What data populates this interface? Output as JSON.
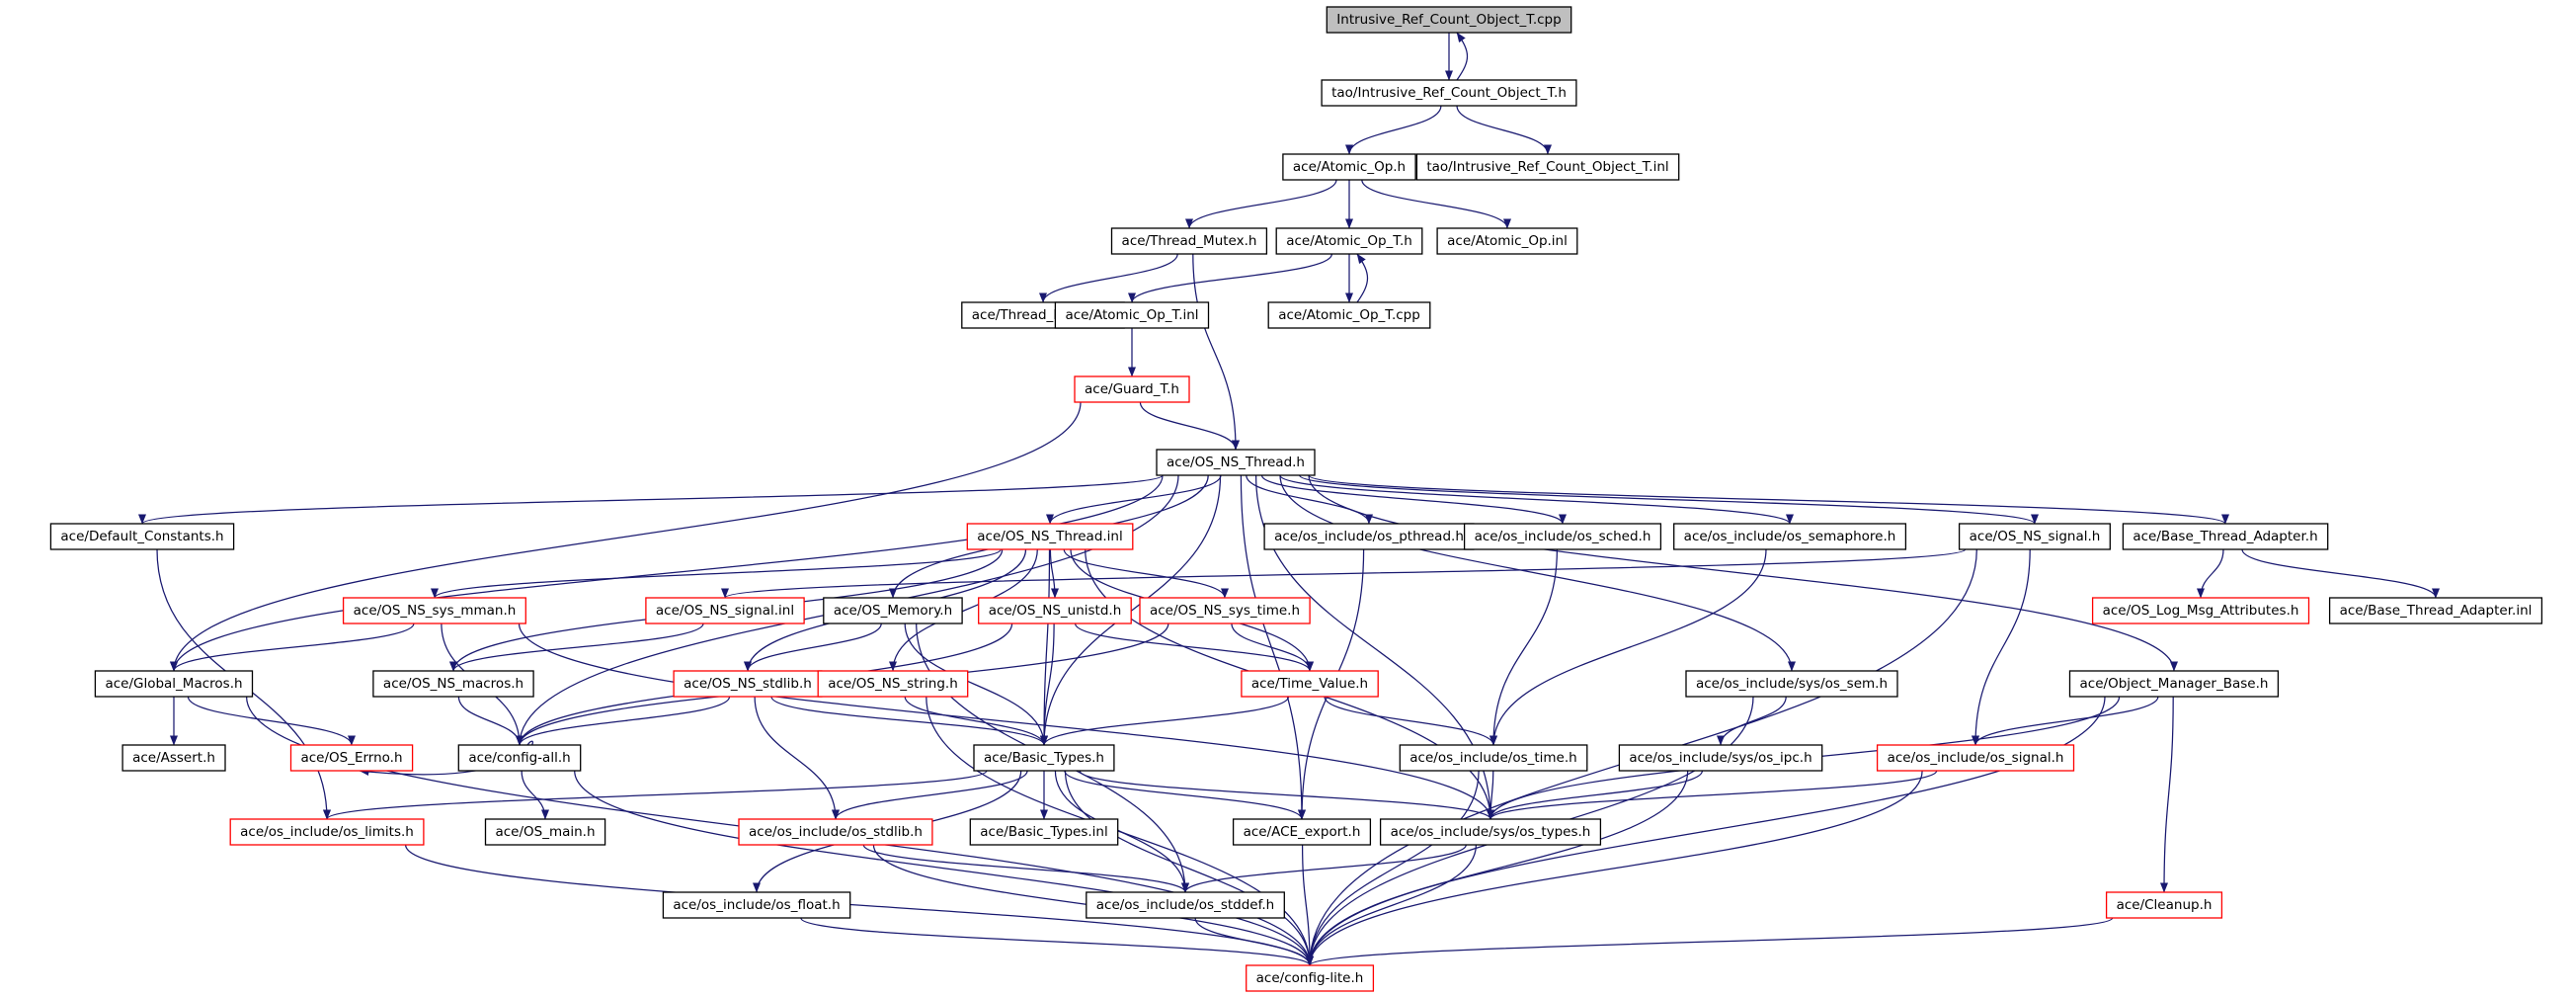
{
  "colors": {
    "edge": "#191970",
    "border_default": "#000000",
    "border_truncated": "#ff0000",
    "root_fill": "#bfbfbf",
    "node_fill": "#ffffff"
  },
  "nodes": [
    {
      "id": "root",
      "label": "Intrusive_Ref_Count_Object_T.cpp",
      "style": "root"
    },
    {
      "id": "tao_h",
      "label": "tao/Intrusive_Ref_Count_Object_T.h",
      "style": "normal"
    },
    {
      "id": "atomic_op_h",
      "label": "ace/Atomic_Op.h",
      "style": "normal"
    },
    {
      "id": "tao_inl",
      "label": "tao/Intrusive_Ref_Count_Object_T.inl",
      "style": "normal"
    },
    {
      "id": "thread_mutex_h",
      "label": "ace/Thread_Mutex.h",
      "style": "normal"
    },
    {
      "id": "atomic_op_t_h",
      "label": "ace/Atomic_Op_T.h",
      "style": "normal"
    },
    {
      "id": "atomic_op_inl",
      "label": "ace/Atomic_Op.inl",
      "style": "normal"
    },
    {
      "id": "thread_mutex_inl",
      "label": "ace/Thread_Mutex.inl",
      "style": "normal"
    },
    {
      "id": "atomic_op_t_inl",
      "label": "ace/Atomic_Op_T.inl",
      "style": "normal"
    },
    {
      "id": "atomic_op_t_cpp",
      "label": "ace/Atomic_Op_T.cpp",
      "style": "normal"
    },
    {
      "id": "guard_t_h",
      "label": "ace/Guard_T.h",
      "style": "truncated"
    },
    {
      "id": "os_ns_thread_h",
      "label": "ace/OS_NS_Thread.h",
      "style": "normal"
    },
    {
      "id": "default_constants_h",
      "label": "ace/Default_Constants.h",
      "style": "normal"
    },
    {
      "id": "os_ns_thread_inl",
      "label": "ace/OS_NS_Thread.inl",
      "style": "truncated"
    },
    {
      "id": "os_pthread_h",
      "label": "ace/os_include/os_pthread.h",
      "style": "normal"
    },
    {
      "id": "os_sched_h",
      "label": "ace/os_include/os_sched.h",
      "style": "normal"
    },
    {
      "id": "os_semaphore_h",
      "label": "ace/os_include/os_semaphore.h",
      "style": "normal"
    },
    {
      "id": "os_ns_signal_h",
      "label": "ace/OS_NS_signal.h",
      "style": "normal"
    },
    {
      "id": "base_thread_adapter_h",
      "label": "ace/Base_Thread_Adapter.h",
      "style": "normal"
    },
    {
      "id": "os_ns_sys_mman_h",
      "label": "ace/OS_NS_sys_mman.h",
      "style": "truncated"
    },
    {
      "id": "os_ns_signal_inl",
      "label": "ace/OS_NS_signal.inl",
      "style": "truncated"
    },
    {
      "id": "os_memory_h",
      "label": "ace/OS_Memory.h",
      "style": "normal"
    },
    {
      "id": "os_ns_unistd_h",
      "label": "ace/OS_NS_unistd.h",
      "style": "truncated"
    },
    {
      "id": "os_ns_sys_time_h",
      "label": "ace/OS_NS_sys_time.h",
      "style": "truncated"
    },
    {
      "id": "os_log_msg_attributes_h",
      "label": "ace/OS_Log_Msg_Attributes.h",
      "style": "truncated"
    },
    {
      "id": "base_thread_adapter_inl",
      "label": "ace/Base_Thread_Adapter.inl",
      "style": "normal"
    },
    {
      "id": "global_macros_h",
      "label": "ace/Global_Macros.h",
      "style": "normal"
    },
    {
      "id": "os_ns_macros_h",
      "label": "ace/OS_NS_macros.h",
      "style": "normal"
    },
    {
      "id": "os_ns_stdlib_h",
      "label": "ace/OS_NS_stdlib.h",
      "style": "truncated"
    },
    {
      "id": "os_ns_string_h",
      "label": "ace/OS_NS_string.h",
      "style": "truncated"
    },
    {
      "id": "time_value_h",
      "label": "ace/Time_Value.h",
      "style": "truncated"
    },
    {
      "id": "sys_os_sem_h",
      "label": "ace/os_include/sys/os_sem.h",
      "style": "normal"
    },
    {
      "id": "object_manager_base_h",
      "label": "ace/Object_Manager_Base.h",
      "style": "normal"
    },
    {
      "id": "assert_h",
      "label": "ace/Assert.h",
      "style": "normal"
    },
    {
      "id": "os_errno_h",
      "label": "ace/OS_Errno.h",
      "style": "truncated"
    },
    {
      "id": "config_all_h",
      "label": "ace/config-all.h",
      "style": "normal"
    },
    {
      "id": "basic_types_h",
      "label": "ace/Basic_Types.h",
      "style": "normal"
    },
    {
      "id": "os_time_h",
      "label": "ace/os_include/os_time.h",
      "style": "normal"
    },
    {
      "id": "sys_os_ipc_h",
      "label": "ace/os_include/sys/os_ipc.h",
      "style": "normal"
    },
    {
      "id": "os_signal_h",
      "label": "ace/os_include/os_signal.h",
      "style": "truncated"
    },
    {
      "id": "os_limits_h",
      "label": "ace/os_include/os_limits.h",
      "style": "truncated"
    },
    {
      "id": "os_main_h",
      "label": "ace/OS_main.h",
      "style": "normal"
    },
    {
      "id": "os_stdlib_h",
      "label": "ace/os_include/os_stdlib.h",
      "style": "truncated"
    },
    {
      "id": "basic_types_inl",
      "label": "ace/Basic_Types.inl",
      "style": "normal"
    },
    {
      "id": "ace_export_h",
      "label": "ace/ACE_export.h",
      "style": "normal"
    },
    {
      "id": "sys_os_types_h",
      "label": "ace/os_include/sys/os_types.h",
      "style": "normal"
    },
    {
      "id": "os_float_h",
      "label": "ace/os_include/os_float.h",
      "style": "normal"
    },
    {
      "id": "os_stddef_h",
      "label": "ace/os_include/os_stddef.h",
      "style": "normal"
    },
    {
      "id": "cleanup_h",
      "label": "ace/Cleanup.h",
      "style": "truncated"
    },
    {
      "id": "config_lite_h",
      "label": "ace/config-lite.h",
      "style": "truncated"
    }
  ],
  "edges": [
    [
      "root",
      "tao_h"
    ],
    [
      "tao_h",
      "root"
    ],
    [
      "tao_h",
      "atomic_op_h"
    ],
    [
      "tao_h",
      "tao_inl"
    ],
    [
      "atomic_op_h",
      "thread_mutex_h"
    ],
    [
      "atomic_op_h",
      "atomic_op_t_h"
    ],
    [
      "atomic_op_h",
      "atomic_op_inl"
    ],
    [
      "thread_mutex_h",
      "thread_mutex_inl"
    ],
    [
      "thread_mutex_h",
      "os_ns_thread_h"
    ],
    [
      "atomic_op_t_h",
      "atomic_op_t_inl"
    ],
    [
      "atomic_op_t_h",
      "atomic_op_t_cpp"
    ],
    [
      "atomic_op_t_cpp",
      "atomic_op_t_h"
    ],
    [
      "atomic_op_t_inl",
      "guard_t_h"
    ],
    [
      "guard_t_h",
      "os_ns_thread_h"
    ],
    [
      "guard_t_h",
      "global_macros_h"
    ],
    [
      "os_ns_thread_h",
      "default_constants_h"
    ],
    [
      "os_ns_thread_h",
      "global_macros_h"
    ],
    [
      "os_ns_thread_h",
      "config_all_h"
    ],
    [
      "os_ns_thread_h",
      "os_ns_thread_inl"
    ],
    [
      "os_ns_thread_h",
      "os_memory_h"
    ],
    [
      "os_ns_thread_h",
      "basic_types_h"
    ],
    [
      "os_ns_thread_h",
      "ace_export_h"
    ],
    [
      "os_ns_thread_h",
      "sys_os_types_h"
    ],
    [
      "os_ns_thread_h",
      "os_pthread_h"
    ],
    [
      "os_ns_thread_h",
      "os_sched_h"
    ],
    [
      "os_ns_thread_h",
      "os_semaphore_h"
    ],
    [
      "os_ns_thread_h",
      "sys_os_sem_h"
    ],
    [
      "os_ns_thread_h",
      "os_ns_signal_h"
    ],
    [
      "os_ns_thread_h",
      "base_thread_adapter_h"
    ],
    [
      "os_ns_thread_h",
      "object_manager_base_h"
    ],
    [
      "default_constants_h",
      "os_limits_h"
    ],
    [
      "os_ns_thread_inl",
      "os_ns_sys_mman_h"
    ],
    [
      "os_ns_thread_inl",
      "os_ns_macros_h"
    ],
    [
      "os_ns_thread_inl",
      "os_ns_stdlib_h"
    ],
    [
      "os_ns_thread_inl",
      "os_ns_string_h"
    ],
    [
      "os_ns_thread_inl",
      "os_ns_unistd_h"
    ],
    [
      "os_ns_thread_inl",
      "os_ns_sys_time_h"
    ],
    [
      "os_ns_thread_inl",
      "time_value_h"
    ],
    [
      "os_ns_thread_inl",
      "basic_types_h"
    ],
    [
      "os_ns_thread_inl",
      "sys_os_types_h"
    ],
    [
      "os_pthread_h",
      "ace_export_h"
    ],
    [
      "os_sched_h",
      "os_time_h"
    ],
    [
      "os_semaphore_h",
      "os_time_h"
    ],
    [
      "os_ns_signal_h",
      "os_ns_signal_inl"
    ],
    [
      "os_ns_signal_h",
      "os_signal_h"
    ],
    [
      "os_ns_signal_h",
      "config_lite_h"
    ],
    [
      "base_thread_adapter_h",
      "os_log_msg_attributes_h"
    ],
    [
      "base_thread_adapter_h",
      "base_thread_adapter_inl"
    ],
    [
      "os_ns_sys_mman_h",
      "global_macros_h"
    ],
    [
      "os_ns_sys_mman_h",
      "config_all_h"
    ],
    [
      "os_ns_sys_mman_h",
      "sys_os_types_h"
    ],
    [
      "os_ns_signal_inl",
      "os_ns_macros_h"
    ],
    [
      "os_memory_h",
      "os_ns_stdlib_h"
    ],
    [
      "os_memory_h",
      "basic_types_h"
    ],
    [
      "os_memory_h",
      "os_stddef_h"
    ],
    [
      "os_ns_unistd_h",
      "config_all_h"
    ],
    [
      "os_ns_unistd_h",
      "basic_types_h"
    ],
    [
      "os_ns_unistd_h",
      "time_value_h"
    ],
    [
      "os_ns_sys_time_h",
      "time_value_h"
    ],
    [
      "os_ns_sys_time_h",
      "config_all_h"
    ],
    [
      "global_macros_h",
      "assert_h"
    ],
    [
      "global_macros_h",
      "os_errno_h"
    ],
    [
      "global_macros_h",
      "config_lite_h"
    ],
    [
      "os_ns_macros_h",
      "config_all_h"
    ],
    [
      "os_ns_stdlib_h",
      "config_all_h"
    ],
    [
      "os_ns_stdlib_h",
      "basic_types_h"
    ],
    [
      "os_ns_stdlib_h",
      "os_stdlib_h"
    ],
    [
      "os_ns_string_h",
      "basic_types_h"
    ],
    [
      "os_ns_string_h",
      "config_lite_h"
    ],
    [
      "time_value_h",
      "basic_types_h"
    ],
    [
      "time_value_h",
      "os_time_h"
    ],
    [
      "sys_os_sem_h",
      "sys_os_ipc_h"
    ],
    [
      "sys_os_sem_h",
      "config_lite_h"
    ],
    [
      "object_manager_base_h",
      "os_signal_h"
    ],
    [
      "object_manager_base_h",
      "sys_os_types_h"
    ],
    [
      "object_manager_base_h",
      "cleanup_h"
    ],
    [
      "object_manager_base_h",
      "config_lite_h"
    ],
    [
      "config_all_h",
      "os_main_h"
    ],
    [
      "config_all_h",
      "os_errno_h"
    ],
    [
      "config_all_h",
      "config_lite_h"
    ],
    [
      "basic_types_h",
      "os_limits_h"
    ],
    [
      "basic_types_h",
      "os_stdlib_h"
    ],
    [
      "basic_types_h",
      "basic_types_inl"
    ],
    [
      "basic_types_h",
      "ace_export_h"
    ],
    [
      "basic_types_h",
      "sys_os_types_h"
    ],
    [
      "basic_types_h",
      "os_float_h"
    ],
    [
      "basic_types_h",
      "os_stddef_h"
    ],
    [
      "basic_types_h",
      "config_lite_h"
    ],
    [
      "os_time_h",
      "sys_os_types_h"
    ],
    [
      "os_time_h",
      "config_lite_h"
    ],
    [
      "sys_os_ipc_h",
      "sys_os_types_h"
    ],
    [
      "sys_os_ipc_h",
      "config_lite_h"
    ],
    [
      "os_signal_h",
      "sys_os_types_h"
    ],
    [
      "os_signal_h",
      "config_lite_h"
    ],
    [
      "os_limits_h",
      "config_lite_h"
    ],
    [
      "os_stdlib_h",
      "os_stddef_h"
    ],
    [
      "os_stdlib_h",
      "config_lite_h"
    ],
    [
      "ace_export_h",
      "config_lite_h"
    ],
    [
      "sys_os_types_h",
      "os_stddef_h"
    ],
    [
      "sys_os_types_h",
      "config_lite_h"
    ],
    [
      "os_float_h",
      "config_lite_h"
    ],
    [
      "os_stddef_h",
      "config_lite_h"
    ],
    [
      "cleanup_h",
      "config_lite_h"
    ]
  ]
}
